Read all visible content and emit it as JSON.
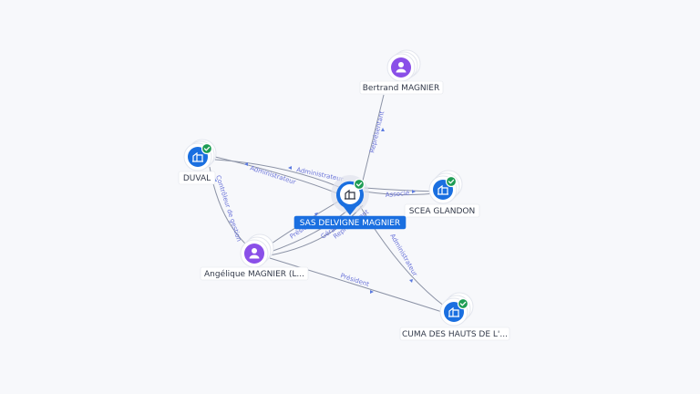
{
  "colors": {
    "company": "#1a6fe0",
    "person": "#8a4fe8",
    "verified": "#1f9d55",
    "edge": "#8c93a6",
    "edge_label": "#6b74d9",
    "selected_label_bg": "#1a6fe0"
  },
  "nodes": {
    "sas": {
      "label": "SAS DELVIGNE MAGNIER",
      "type": "company",
      "icon": "building-icon",
      "verified": true,
      "selected": true
    },
    "bertrand": {
      "label": "Bertrand MAGNIER",
      "type": "person",
      "icon": "person-icon",
      "verified": false
    },
    "duval": {
      "label": "DUVAL",
      "type": "company",
      "icon": "building-icon",
      "verified": true
    },
    "scea": {
      "label": "SCEA GLANDON",
      "type": "company",
      "icon": "building-icon",
      "verified": true
    },
    "angelique": {
      "label": "Angélique MAGNIER (L...",
      "type": "person",
      "icon": "person-icon",
      "verified": false
    },
    "cuma": {
      "label": "CUMA DES HAUTS DE L'...",
      "type": "company",
      "icon": "building-icon",
      "verified": true
    }
  },
  "edges": {
    "bertrand_sas": {
      "label": "Représentant"
    },
    "sas_duval": {
      "label": "Administrateur"
    },
    "duval_sas": {
      "label": "Administrateur"
    },
    "sas_scea": {
      "label": "Associé"
    },
    "duval_angelique": {
      "label": "Contrôleur de gestion"
    },
    "angelique_sas_president": {
      "label": "Président"
    },
    "angelique_sas_gerant": {
      "label": "Gérant"
    },
    "angelique_sas_rep": {
      "label": "Représentant"
    },
    "sas_cuma": {
      "label": "Administrateur"
    },
    "angelique_cuma": {
      "label": "Président"
    }
  }
}
